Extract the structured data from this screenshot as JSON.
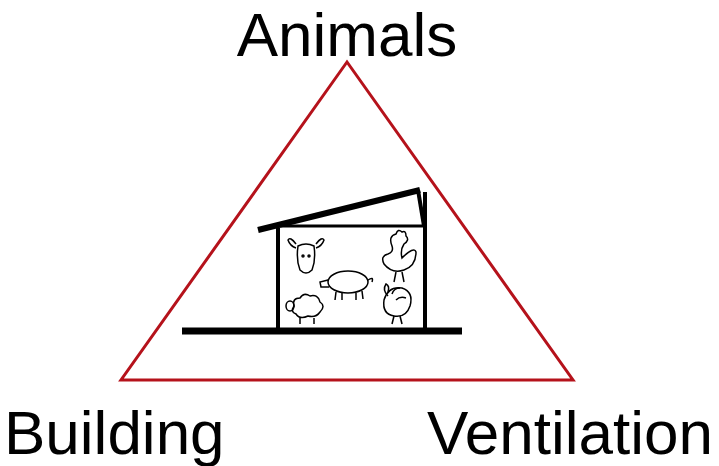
{
  "diagram": {
    "labels": [
      "Animals",
      "Building",
      "Ventilation"
    ]
  }
}
